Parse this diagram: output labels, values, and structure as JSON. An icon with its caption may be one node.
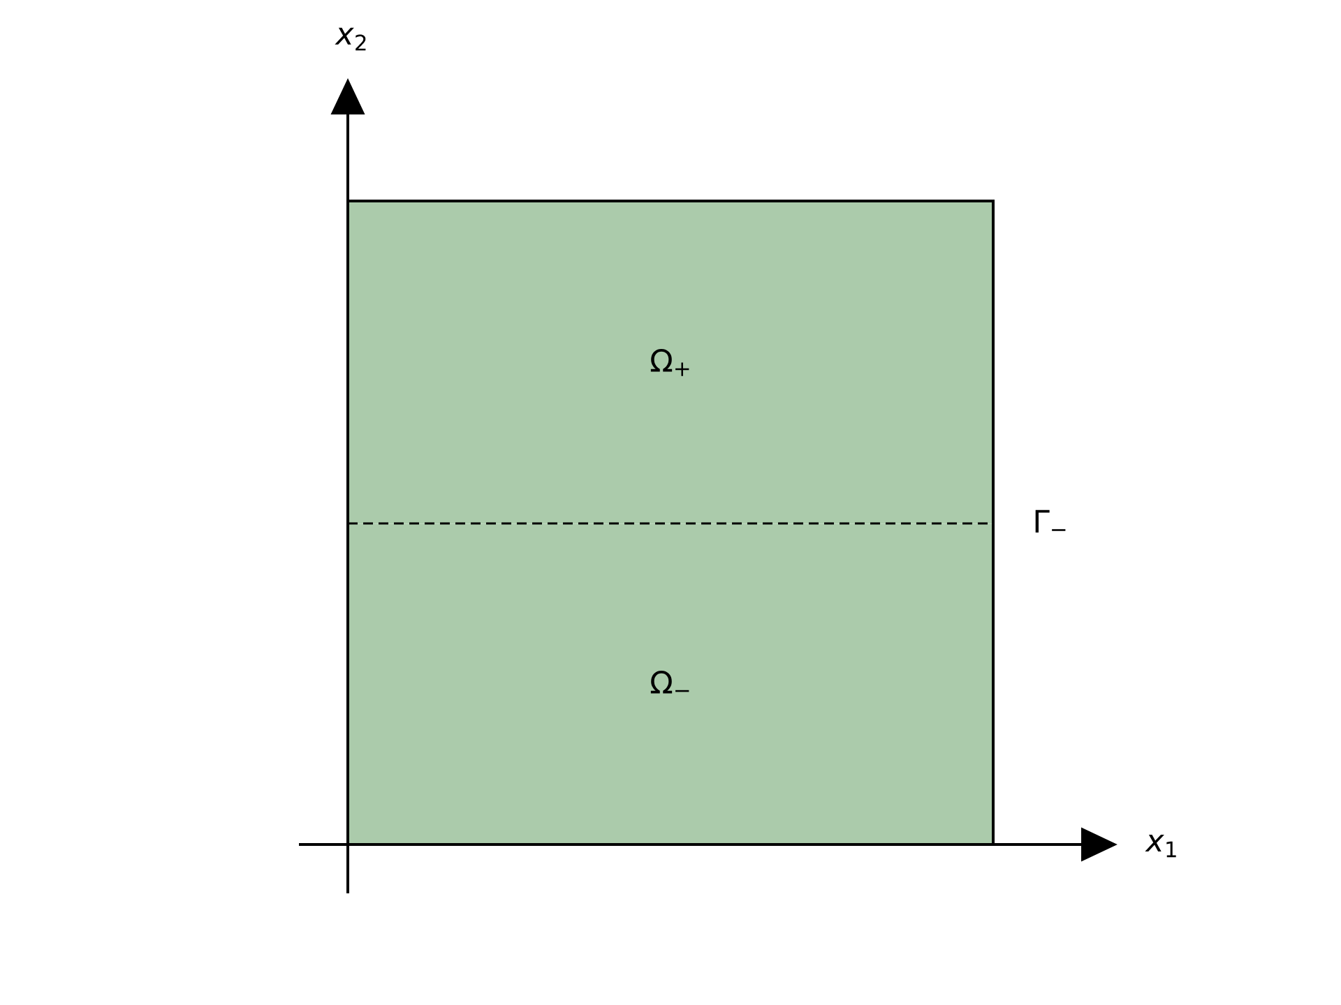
{
  "diagram": {
    "nodes": [
      {
        "text": [
          "Ω$_{+}$"
        ]
      },
      {
        "text": [
          "Ω$_{−}$"
        ]
      }
    ],
    "labels": [
      "*x*$_{2}$",
      "*x*$_{1}$",
      "Γ$_{−}$"
    ]
  }
}
